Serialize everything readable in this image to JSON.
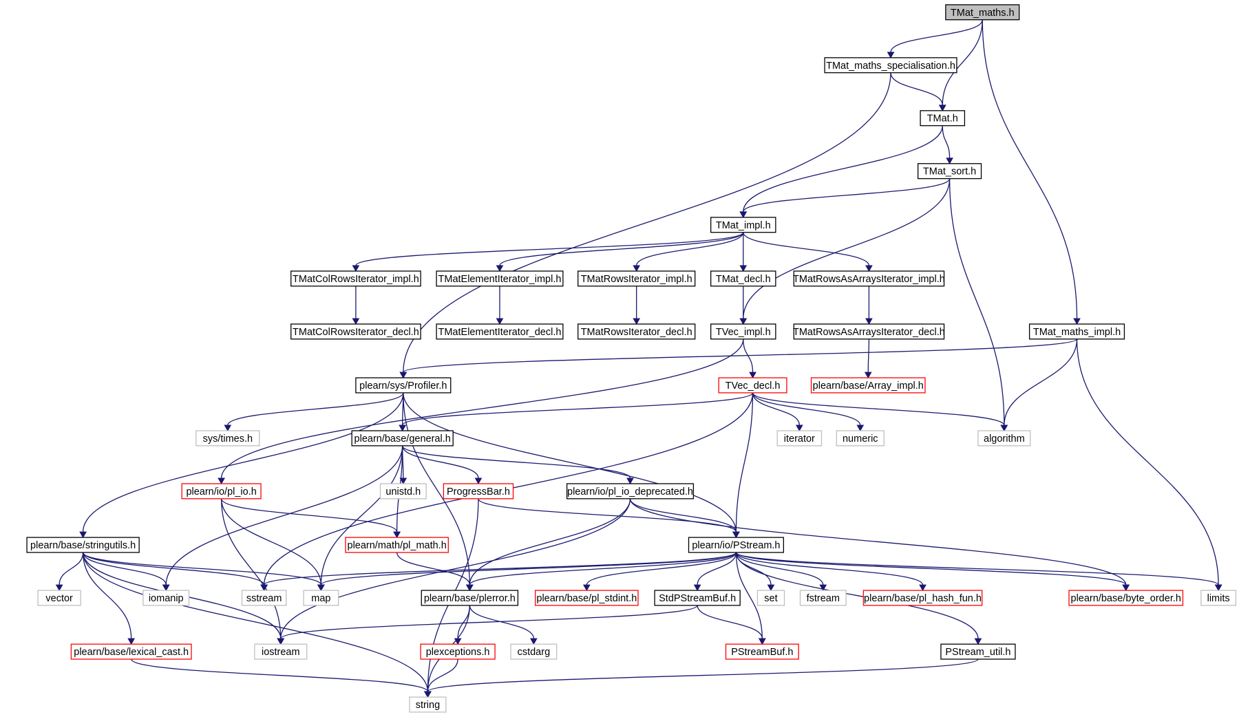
{
  "colors": {
    "edge": "#191970",
    "root_fill": "#bfbfbf",
    "documented_border": "#000000",
    "truncated_border": "#ff0000",
    "external_border": "#bfbfbf",
    "external_text": "#000000"
  },
  "graph": {
    "nodes": [
      {
        "id": "tmat_maths",
        "label": "TMat_maths.h",
        "kind": "root"
      },
      {
        "id": "tmat_maths_spec",
        "label": "TMat_maths_specialisation.h",
        "kind": "documented"
      },
      {
        "id": "tmat",
        "label": "TMat.h",
        "kind": "documented"
      },
      {
        "id": "tmat_sort",
        "label": "TMat_sort.h",
        "kind": "documented"
      },
      {
        "id": "tmat_impl",
        "label": "TMat_impl.h",
        "kind": "documented"
      },
      {
        "id": "colrows_impl",
        "label": "TMatColRowsIterator_impl.h",
        "kind": "documented"
      },
      {
        "id": "element_impl",
        "label": "TMatElementIterator_impl.h",
        "kind": "documented"
      },
      {
        "id": "rows_impl",
        "label": "TMatRowsIterator_impl.h",
        "kind": "documented"
      },
      {
        "id": "tmat_decl",
        "label": "TMat_decl.h",
        "kind": "documented"
      },
      {
        "id": "rowsarrays_impl",
        "label": "TMatRowsAsArraysIterator_impl.h",
        "kind": "documented"
      },
      {
        "id": "colrows_decl",
        "label": "TMatColRowsIterator_decl.h",
        "kind": "documented"
      },
      {
        "id": "element_decl",
        "label": "TMatElementIterator_decl.h",
        "kind": "documented"
      },
      {
        "id": "rows_decl",
        "label": "TMatRowsIterator_decl.h",
        "kind": "documented"
      },
      {
        "id": "tvec_impl",
        "label": "TVec_impl.h",
        "kind": "documented"
      },
      {
        "id": "rowsarrays_decl",
        "label": "TMatRowsAsArraysIterator_decl.h",
        "kind": "documented"
      },
      {
        "id": "tmat_maths_impl",
        "label": "TMat_maths_impl.h",
        "kind": "documented"
      },
      {
        "id": "profiler",
        "label": "plearn/sys/Profiler.h",
        "kind": "documented"
      },
      {
        "id": "tvec_decl",
        "label": "TVec_decl.h",
        "kind": "truncated"
      },
      {
        "id": "array_impl",
        "label": "plearn/base/Array_impl.h",
        "kind": "truncated"
      },
      {
        "id": "sys_times",
        "label": "sys/times.h",
        "kind": "external"
      },
      {
        "id": "general",
        "label": "plearn/base/general.h",
        "kind": "documented"
      },
      {
        "id": "iterator",
        "label": "iterator",
        "kind": "external"
      },
      {
        "id": "numeric",
        "label": "numeric",
        "kind": "external"
      },
      {
        "id": "algorithm",
        "label": "algorithm",
        "kind": "external"
      },
      {
        "id": "pl_io",
        "label": "plearn/io/pl_io.h",
        "kind": "truncated"
      },
      {
        "id": "unistd",
        "label": "unistd.h",
        "kind": "external"
      },
      {
        "id": "progressbar",
        "label": "ProgressBar.h",
        "kind": "truncated"
      },
      {
        "id": "pl_io_dep",
        "label": "plearn/io/pl_io_deprecated.h",
        "kind": "documented"
      },
      {
        "id": "stringutils",
        "label": "plearn/base/stringutils.h",
        "kind": "documented"
      },
      {
        "id": "pl_math",
        "label": "plearn/math/pl_math.h",
        "kind": "truncated"
      },
      {
        "id": "pstream",
        "label": "plearn/io/PStream.h",
        "kind": "documented"
      },
      {
        "id": "vector",
        "label": "vector",
        "kind": "external"
      },
      {
        "id": "iomanip",
        "label": "iomanip",
        "kind": "external"
      },
      {
        "id": "sstream",
        "label": "sstream",
        "kind": "external"
      },
      {
        "id": "map",
        "label": "map",
        "kind": "external"
      },
      {
        "id": "plerror",
        "label": "plearn/base/plerror.h",
        "kind": "documented"
      },
      {
        "id": "pl_stdint",
        "label": "plearn/base/pl_stdint.h",
        "kind": "truncated"
      },
      {
        "id": "stdpstreambuf",
        "label": "StdPStreamBuf.h",
        "kind": "documented"
      },
      {
        "id": "set",
        "label": "set",
        "kind": "external"
      },
      {
        "id": "fstream",
        "label": "fstream",
        "kind": "external"
      },
      {
        "id": "pl_hash_fun",
        "label": "plearn/base/pl_hash_fun.h",
        "kind": "truncated"
      },
      {
        "id": "byte_order",
        "label": "plearn/base/byte_order.h",
        "kind": "truncated"
      },
      {
        "id": "limits",
        "label": "limits",
        "kind": "external"
      },
      {
        "id": "lexical_cast",
        "label": "plearn/base/lexical_cast.h",
        "kind": "truncated"
      },
      {
        "id": "iostream",
        "label": "iostream",
        "kind": "external"
      },
      {
        "id": "plexceptions",
        "label": "plexceptions.h",
        "kind": "truncated"
      },
      {
        "id": "cstdarg",
        "label": "cstdarg",
        "kind": "external"
      },
      {
        "id": "pstreambuf",
        "label": "PStreamBuf.h",
        "kind": "truncated"
      },
      {
        "id": "pstream_util",
        "label": "PStream_util.h",
        "kind": "documented"
      },
      {
        "id": "string",
        "label": "string",
        "kind": "external"
      }
    ],
    "edges": [
      [
        "tmat_maths",
        "tmat_maths_spec"
      ],
      [
        "tmat_maths",
        "tmat"
      ],
      [
        "tmat_maths",
        "tmat_maths_impl"
      ],
      [
        "tmat_maths_spec",
        "tmat"
      ],
      [
        "tmat_maths_spec",
        "profiler"
      ],
      [
        "tmat",
        "tmat_sort"
      ],
      [
        "tmat",
        "tmat_impl"
      ],
      [
        "tmat_sort",
        "tmat_impl"
      ],
      [
        "tmat_sort",
        "tvec_impl"
      ],
      [
        "tmat_sort",
        "algorithm"
      ],
      [
        "tmat_impl",
        "colrows_impl"
      ],
      [
        "tmat_impl",
        "element_impl"
      ],
      [
        "tmat_impl",
        "rows_impl"
      ],
      [
        "tmat_impl",
        "tmat_decl"
      ],
      [
        "tmat_impl",
        "rowsarrays_impl"
      ],
      [
        "colrows_impl",
        "colrows_decl"
      ],
      [
        "element_impl",
        "element_decl"
      ],
      [
        "rows_impl",
        "rows_decl"
      ],
      [
        "tmat_decl",
        "tvec_impl"
      ],
      [
        "rowsarrays_impl",
        "rowsarrays_decl"
      ],
      [
        "tvec_impl",
        "tvec_decl"
      ],
      [
        "tvec_impl",
        "pl_io"
      ],
      [
        "rowsarrays_decl",
        "array_impl"
      ],
      [
        "tmat_maths_impl",
        "profiler"
      ],
      [
        "tmat_maths_impl",
        "algorithm"
      ],
      [
        "tmat_maths_impl",
        "limits"
      ],
      [
        "profiler",
        "stringutils"
      ],
      [
        "profiler",
        "sys_times"
      ],
      [
        "profiler",
        "general"
      ],
      [
        "profiler",
        "plerror"
      ],
      [
        "profiler",
        "pstream"
      ],
      [
        "tvec_decl",
        "general"
      ],
      [
        "tvec_decl",
        "sstream"
      ],
      [
        "tvec_decl",
        "iterator"
      ],
      [
        "tvec_decl",
        "numeric"
      ],
      [
        "tvec_decl",
        "algorithm"
      ],
      [
        "tvec_decl",
        "pstream"
      ],
      [
        "general",
        "iomanip"
      ],
      [
        "general",
        "map"
      ],
      [
        "general",
        "unistd"
      ],
      [
        "general",
        "progressbar"
      ],
      [
        "general",
        "pl_io_dep"
      ],
      [
        "general",
        "pl_math"
      ],
      [
        "pl_io",
        "pl_math"
      ],
      [
        "pl_io",
        "map"
      ],
      [
        "pl_io",
        "iostream"
      ],
      [
        "progressbar",
        "pstream"
      ],
      [
        "progressbar",
        "string"
      ],
      [
        "pl_io_dep",
        "pstream"
      ],
      [
        "pl_io_dep",
        "plerror"
      ],
      [
        "pl_io_dep",
        "iostream"
      ],
      [
        "pl_io_dep",
        "byte_order"
      ],
      [
        "pl_math",
        "plerror"
      ],
      [
        "stringutils",
        "vector"
      ],
      [
        "stringutils",
        "iomanip"
      ],
      [
        "stringutils",
        "sstream"
      ],
      [
        "stringutils",
        "map"
      ],
      [
        "stringutils",
        "lexical_cast"
      ],
      [
        "stringutils",
        "iostream"
      ],
      [
        "stringutils",
        "string"
      ],
      [
        "pstream",
        "sstream"
      ],
      [
        "pstream",
        "map"
      ],
      [
        "pstream",
        "plerror"
      ],
      [
        "pstream",
        "pl_stdint"
      ],
      [
        "pstream",
        "stdpstreambuf"
      ],
      [
        "pstream",
        "set"
      ],
      [
        "pstream",
        "fstream"
      ],
      [
        "pstream",
        "pl_hash_fun"
      ],
      [
        "pstream",
        "byte_order"
      ],
      [
        "pstream",
        "limits"
      ],
      [
        "pstream",
        "pstreambuf"
      ],
      [
        "pstream",
        "pstream_util"
      ],
      [
        "plerror",
        "plexceptions"
      ],
      [
        "plerror",
        "cstdarg"
      ],
      [
        "plerror",
        "string"
      ],
      [
        "stdpstreambuf",
        "iostream"
      ],
      [
        "stdpstreambuf",
        "pstreambuf"
      ],
      [
        "lexical_cast",
        "string"
      ],
      [
        "plexceptions",
        "string"
      ],
      [
        "pstream_util",
        "string"
      ]
    ]
  }
}
